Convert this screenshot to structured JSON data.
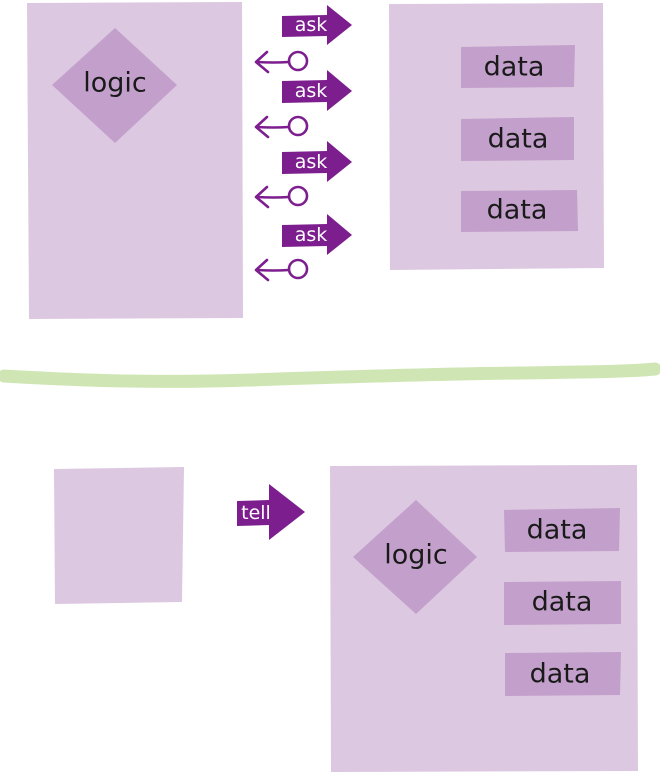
{
  "colors": {
    "box_fill": "#dcc8e0",
    "label_fill": "#c3a0cb",
    "arrow_fill": "#7d1e8f",
    "divider": "#cfe6b4",
    "text": "#1a1a1a",
    "arrow_text": "#ffffff"
  },
  "ask_pattern": {
    "logic_label": "logic",
    "request_label": "ask",
    "data_labels": [
      "data",
      "data",
      "data"
    ]
  },
  "tell_pattern": {
    "request_label": "tell",
    "logic_label": "logic",
    "data_labels": [
      "data",
      "data",
      "data"
    ]
  }
}
